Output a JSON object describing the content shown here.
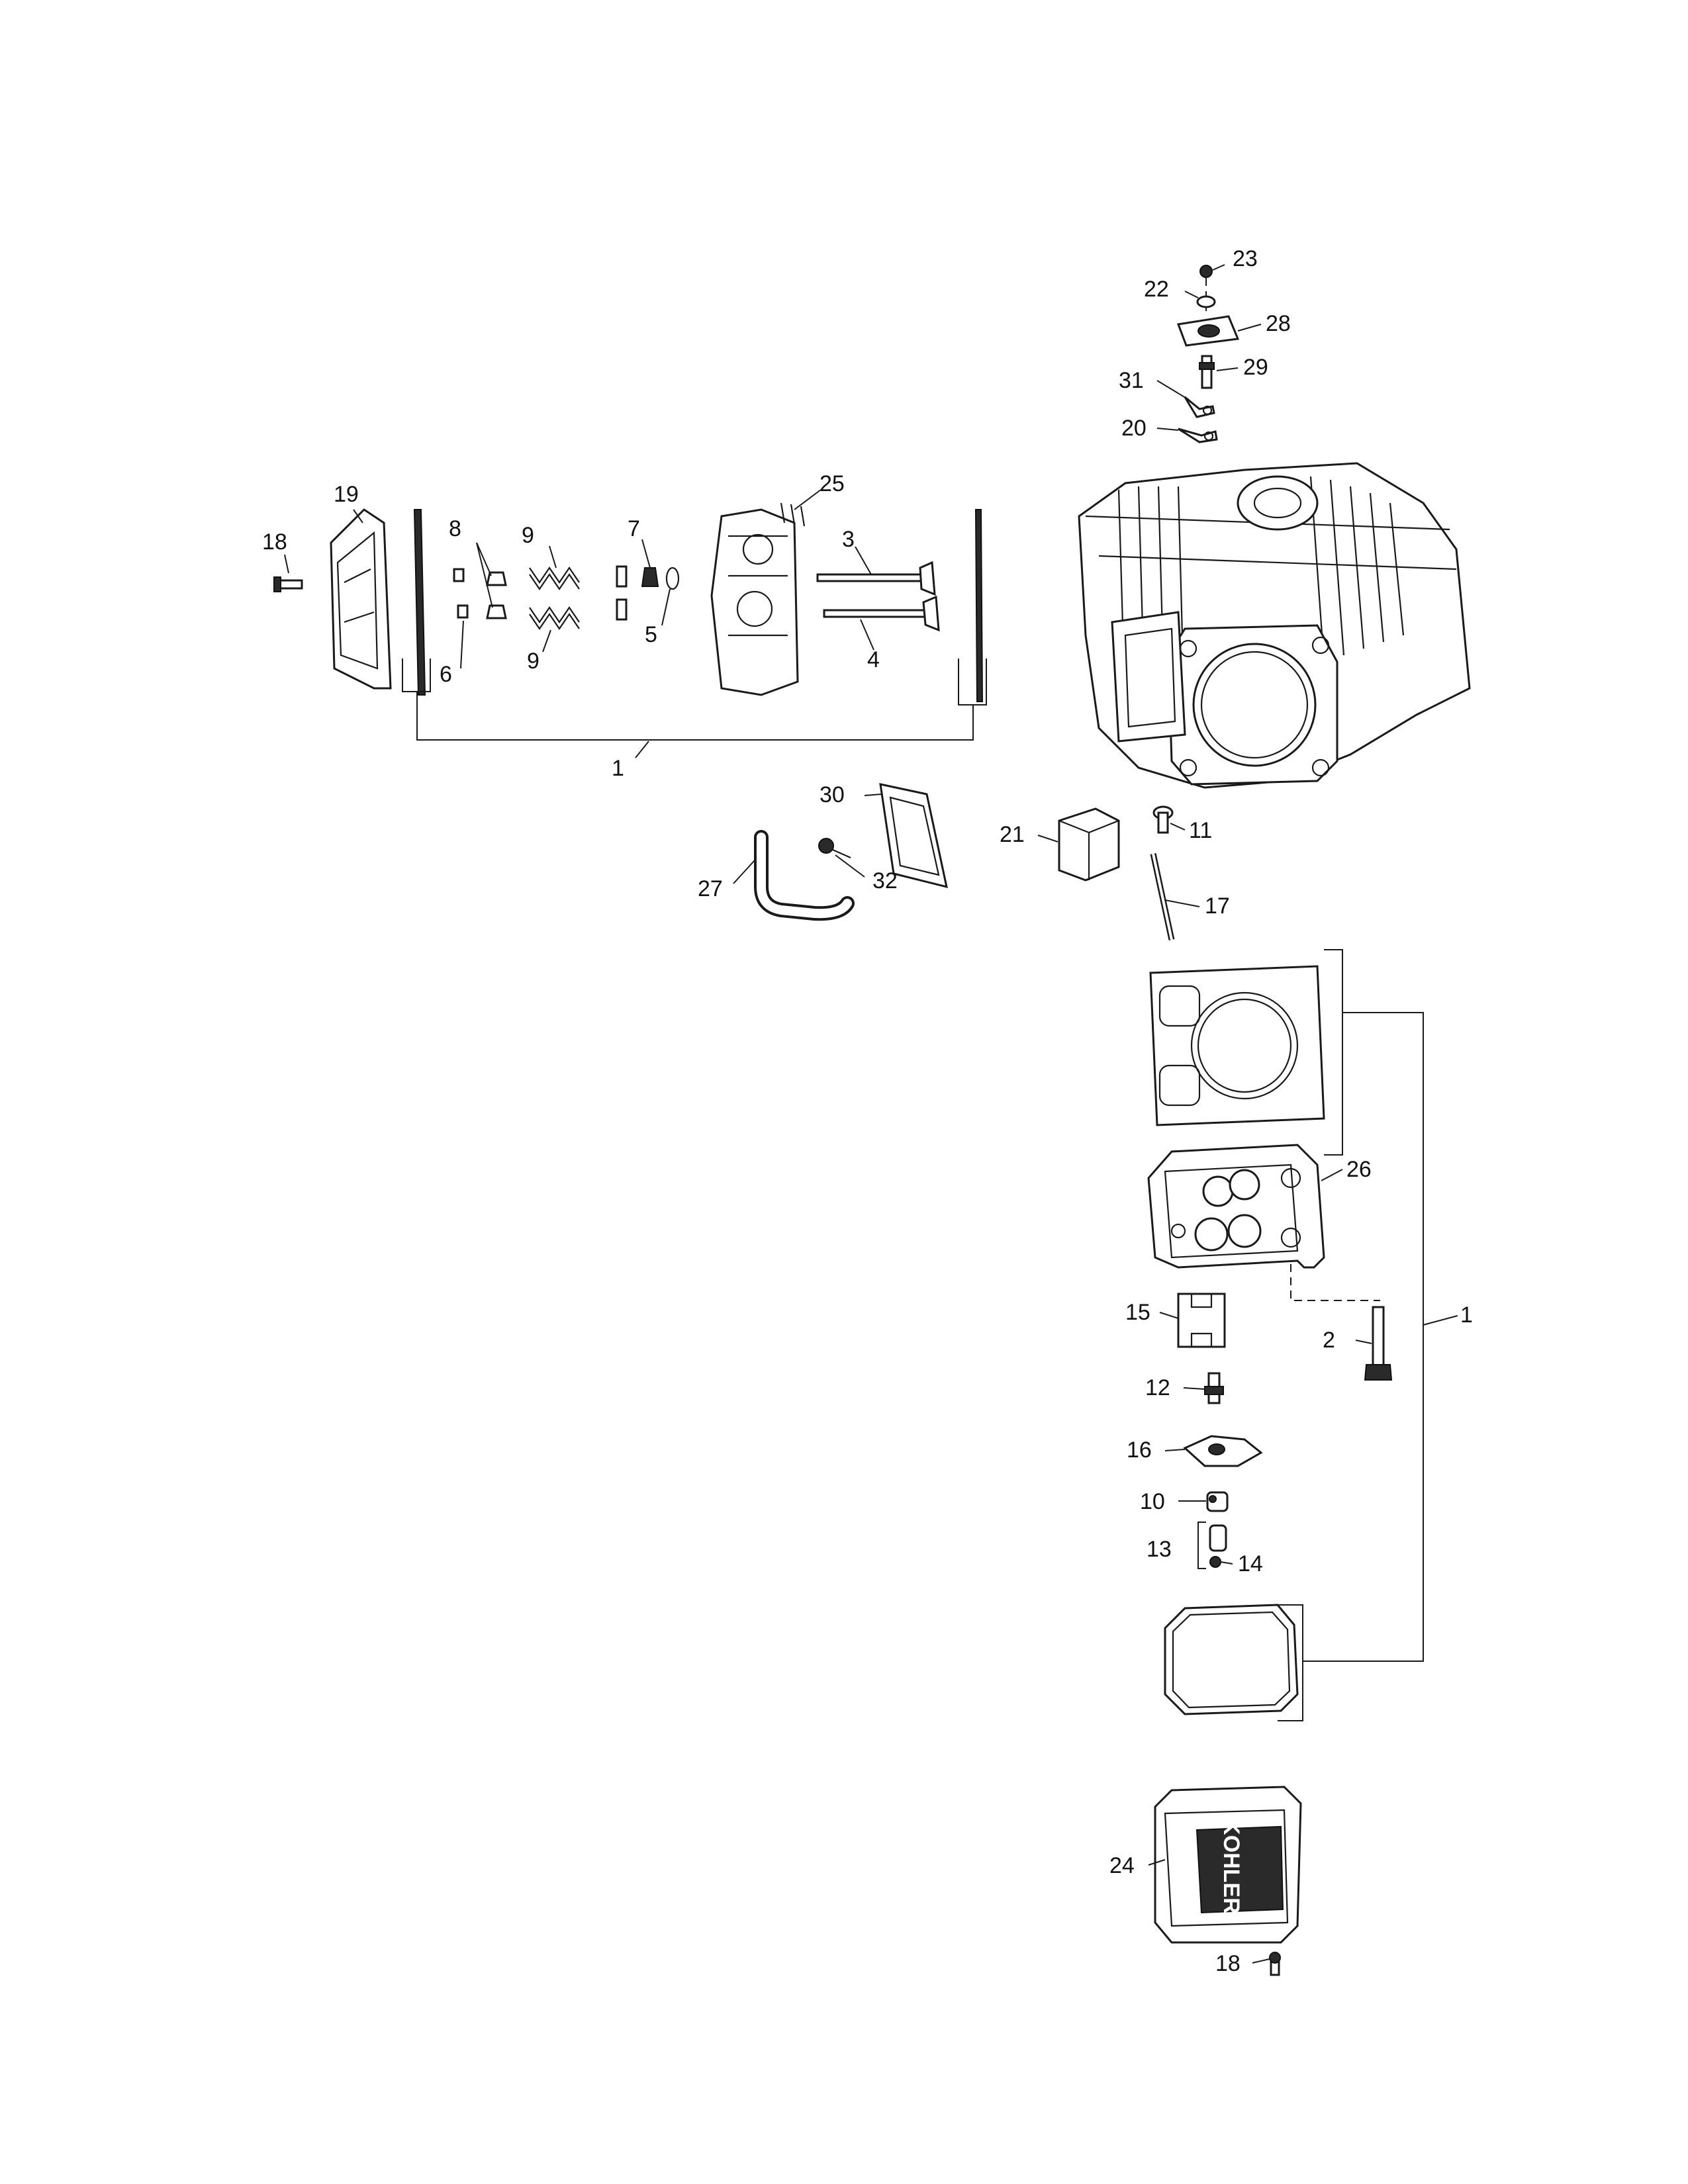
{
  "diagram": {
    "logo_text": "KOHLER",
    "callouts": [
      {
        "id": "c23",
        "label": "23"
      },
      {
        "id": "c22",
        "label": "22"
      },
      {
        "id": "c28",
        "label": "28"
      },
      {
        "id": "c29",
        "label": "29"
      },
      {
        "id": "c31",
        "label": "31"
      },
      {
        "id": "c20",
        "label": "20"
      },
      {
        "id": "c19",
        "label": "19"
      },
      {
        "id": "c18a",
        "label": "18"
      },
      {
        "id": "c8",
        "label": "8"
      },
      {
        "id": "c9a",
        "label": "9"
      },
      {
        "id": "c9b",
        "label": "9"
      },
      {
        "id": "c6",
        "label": "6"
      },
      {
        "id": "c7",
        "label": "7"
      },
      {
        "id": "c5",
        "label": "5"
      },
      {
        "id": "c25",
        "label": "25"
      },
      {
        "id": "c3",
        "label": "3"
      },
      {
        "id": "c4",
        "label": "4"
      },
      {
        "id": "c1a",
        "label": "1"
      },
      {
        "id": "c30",
        "label": "30"
      },
      {
        "id": "c27",
        "label": "27"
      },
      {
        "id": "c32",
        "label": "32"
      },
      {
        "id": "c21",
        "label": "21"
      },
      {
        "id": "c11",
        "label": "11"
      },
      {
        "id": "c17",
        "label": "17"
      },
      {
        "id": "c26",
        "label": "26"
      },
      {
        "id": "c15",
        "label": "15"
      },
      {
        "id": "c2",
        "label": "2"
      },
      {
        "id": "c1b",
        "label": "1"
      },
      {
        "id": "c12",
        "label": "12"
      },
      {
        "id": "c16",
        "label": "16"
      },
      {
        "id": "c10",
        "label": "10"
      },
      {
        "id": "c13",
        "label": "13"
      },
      {
        "id": "c14",
        "label": "14"
      },
      {
        "id": "c24",
        "label": "24"
      },
      {
        "id": "c18b",
        "label": "18"
      }
    ]
  }
}
